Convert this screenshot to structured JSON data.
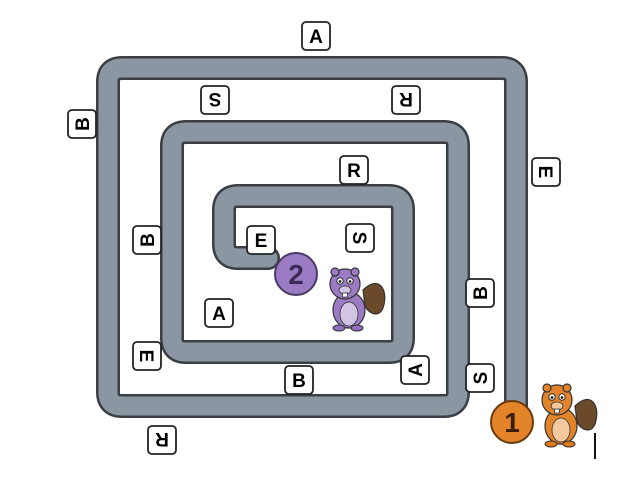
{
  "puzzle": {
    "signs": [
      {
        "id": "sign-top-a",
        "letter": "A"
      },
      {
        "id": "sign-left-b",
        "letter": "B"
      },
      {
        "id": "sign-outer-top-s",
        "letter": "S"
      },
      {
        "id": "sign-outer-top-r",
        "letter": "R"
      },
      {
        "id": "sign-right-e",
        "letter": "E"
      },
      {
        "id": "sign-middle-top-r",
        "letter": "R"
      },
      {
        "id": "sign-inner-e",
        "letter": "E"
      },
      {
        "id": "sign-inner-s",
        "letter": "S"
      },
      {
        "id": "sign-middle-left-b",
        "letter": "B"
      },
      {
        "id": "sign-middle-bottom-a",
        "letter": "A"
      },
      {
        "id": "sign-outer-right-b",
        "letter": "B"
      },
      {
        "id": "sign-outer-left-e",
        "letter": "E"
      },
      {
        "id": "sign-outer-bottom-b",
        "letter": "B"
      },
      {
        "id": "sign-outer-bottom-a",
        "letter": "A"
      },
      {
        "id": "sign-outer-right-s",
        "letter": "S"
      },
      {
        "id": "sign-bottom-r",
        "letter": "R"
      }
    ],
    "markers": [
      {
        "id": "marker-1",
        "number": "1",
        "color": "#e3842a"
      },
      {
        "id": "marker-2",
        "number": "2",
        "color": "#9b7cc4"
      }
    ],
    "beavers": [
      {
        "id": "beaver-orange",
        "color": "#e3842a"
      },
      {
        "id": "beaver-purple",
        "color": "#9b7cc4"
      }
    ],
    "road_color": "#8a96a1",
    "road_border_color": "#3a3f45"
  }
}
